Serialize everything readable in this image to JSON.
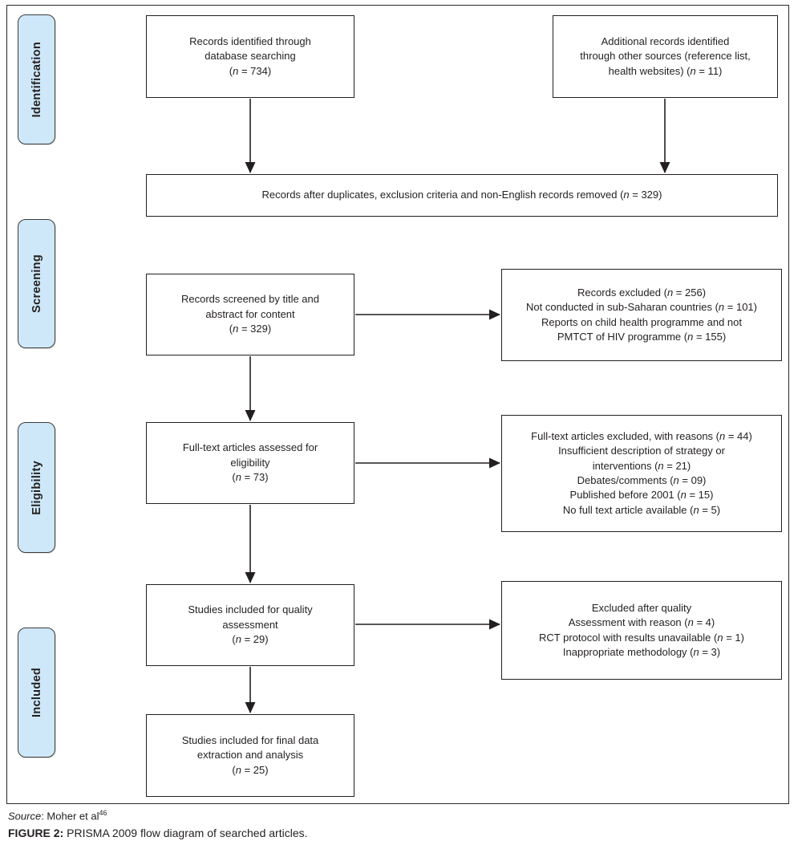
{
  "figure": {
    "source_label": "Source",
    "source_text": ": Moher et al",
    "source_ref": "46",
    "caption_label": "FIGURE 2:",
    "caption_text": " PRISMA 2009 flow diagram of searched articles."
  },
  "stages": [
    {
      "id": "identification",
      "label": "Identification"
    },
    {
      "id": "screening",
      "label": "Screening"
    },
    {
      "id": "eligibility",
      "label": "Eligibility"
    },
    {
      "id": "included",
      "label": "Included"
    }
  ],
  "boxes": {
    "records_identified": {
      "lines": [
        "Records identified through",
        "database searching",
        "(n = 734)"
      ]
    },
    "additional_records": {
      "lines": [
        "Additional records identified",
        "through other sources (reference list,",
        "health websites) (n = 11)"
      ]
    },
    "after_duplicates": {
      "lines": [
        "Records after duplicates, exclusion criteria and non-English records removed (n = 329)"
      ]
    },
    "records_screened": {
      "lines": [
        "Records screened by title and",
        "abstract for content",
        "(n = 329)"
      ]
    },
    "records_excluded": {
      "lines": [
        "Records excluded (n = 256)",
        "Not conducted in sub-Saharan countries (n = 101)",
        "Reports on child health programme and not",
        "PMTCT of HIV programme (n = 155)"
      ]
    },
    "fulltext_assessed": {
      "lines": [
        "Full-text articles assessed for",
        "eligibility",
        "(n = 73)"
      ]
    },
    "fulltext_excluded": {
      "lines": [
        "Full-text articles excluded, with reasons (n = 44)",
        "Insufficient description of strategy or",
        "interventions (n = 21)",
        "Debates/comments (n = 09)",
        "Published before 2001 (n = 15)",
        "No full text article available (n = 5)"
      ]
    },
    "quality_included": {
      "lines": [
        "Studies included for quality",
        "assessment",
        "(n = 29)"
      ]
    },
    "quality_excluded": {
      "lines": [
        "Excluded after quality",
        "Assessment with reason (n = 4)",
        "RCT protocol with results unavailable (n = 1)",
        "Inappropriate methodology (n = 3)"
      ]
    },
    "final_included": {
      "lines": [
        "Studies included for final data",
        "extraction and analysis",
        "(n = 25)"
      ]
    }
  },
  "colors": {
    "stage_fill": "#cfe8f9",
    "stage_border": "#3d3d3d",
    "box_border": "#231f20",
    "text": "#231f20",
    "background": "#ffffff"
  }
}
